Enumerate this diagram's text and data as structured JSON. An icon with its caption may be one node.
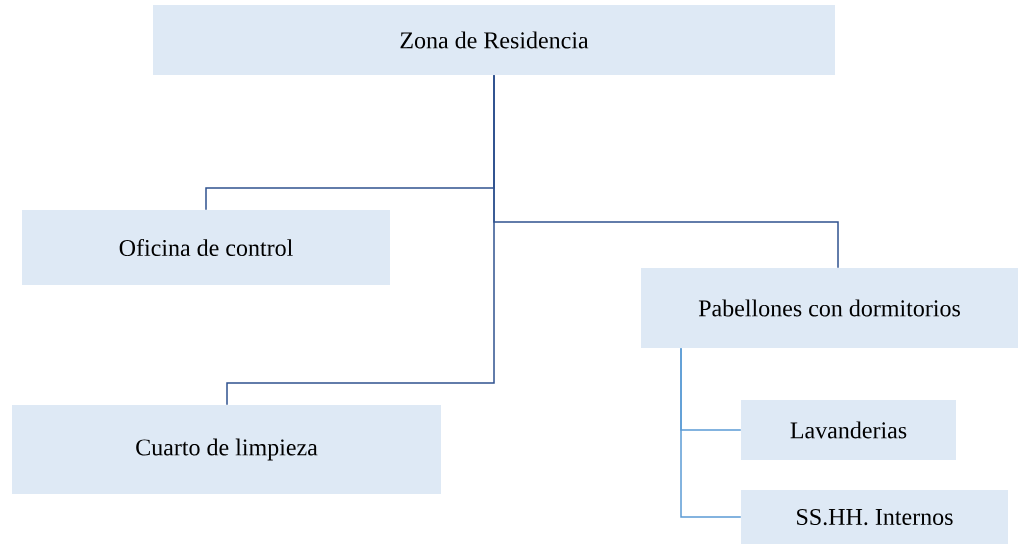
{
  "diagram": {
    "nodes": [
      {
        "text": [
          "Zona de Residencia"
        ]
      },
      {
        "text": [
          "Oficina de control"
        ]
      },
      {
        "text": [
          "Pabellones con dormitorios"
        ]
      },
      {
        "text": [
          "Cuarto de limpieza"
        ]
      },
      {
        "text": [
          "Lavanderias"
        ]
      },
      {
        "text": [
          "SS.HH. Internos"
        ]
      }
    ],
    "edges": [
      {
        "from": 0,
        "to": 1,
        "arrow": "none"
      },
      {
        "from": 0,
        "to": 2,
        "arrow": "none"
      },
      {
        "from": 0,
        "to": 3,
        "arrow": "none"
      },
      {
        "from": 2,
        "to": 4,
        "arrow": "none",
        "color": "#5b9bd5"
      },
      {
        "from": 2,
        "to": 5,
        "arrow": "none",
        "color": "#5b9bd5"
      }
    ]
  }
}
